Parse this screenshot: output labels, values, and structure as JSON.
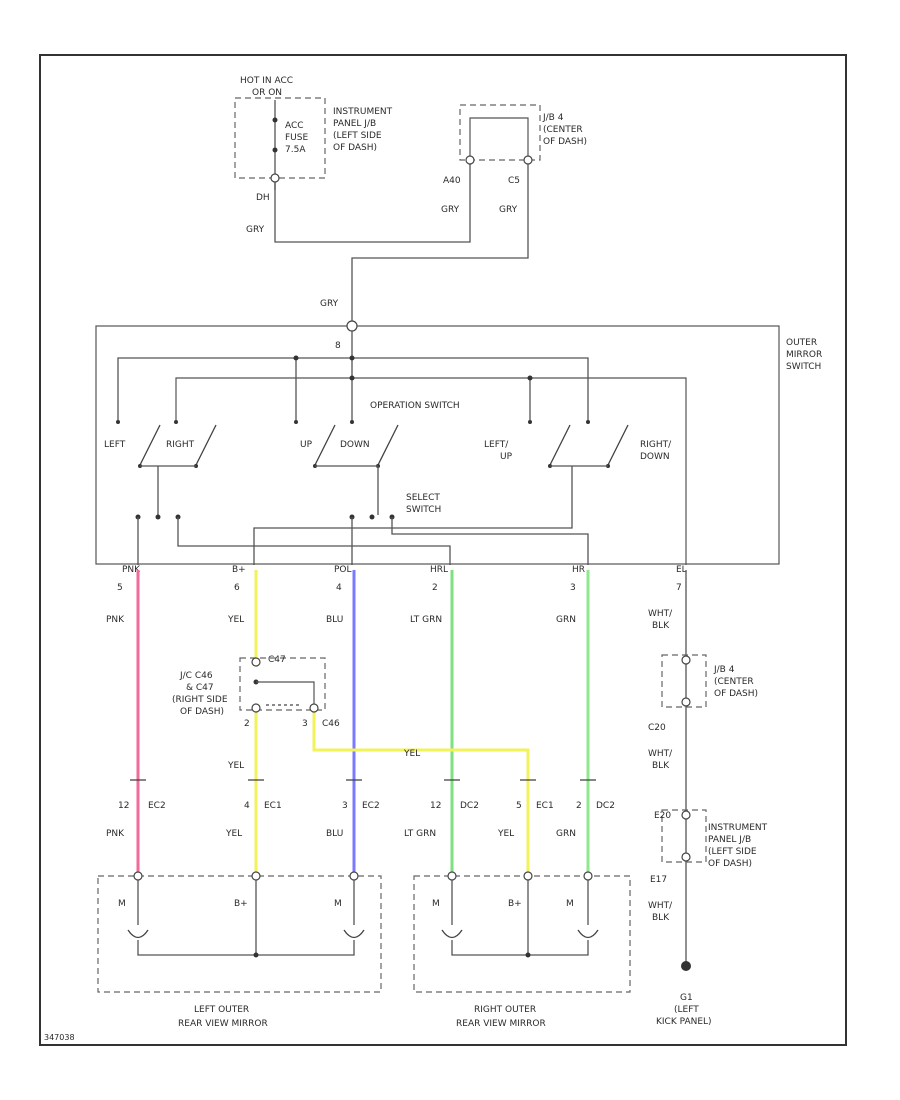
{
  "colors": {
    "pink": "#f06a9a",
    "yellow": "#f2f25a",
    "blue": "#7a7aff",
    "ltgreen": "#7ee07e",
    "green": "#8ee88e",
    "wire": "#555555"
  },
  "power": {
    "hot_line": [
      "HOT IN ACC",
      "OR ON"
    ],
    "fuse": [
      "ACC",
      "FUSE",
      "7.5A"
    ],
    "ipjb": [
      "INSTRUMENT",
      "PANEL J/B",
      "(LEFT SIDE",
      "OF DASH)"
    ],
    "pin_dh": "DH",
    "wire_dh": "GRY",
    "jb4": [
      "J/B 4",
      "(CENTER",
      "OF DASH)"
    ],
    "pin_a40": "A40",
    "pin_c5": "C5",
    "wire_a40": "GRY",
    "wire_c5": "GRY",
    "wire_trunk": "GRY"
  },
  "switch": {
    "outer_label": [
      "OUTER",
      "MIRROR",
      "SWITCH"
    ],
    "pin_b": "8",
    "operation": "OPERATION SWITCH",
    "left": "LEFT",
    "right": "RIGHT",
    "up": "UP",
    "down": "DOWN",
    "left_up": [
      "LEFT/",
      "UP"
    ],
    "right_down": [
      "RIGHT/",
      "DOWN"
    ],
    "select": [
      "SELECT",
      "SWITCH"
    ],
    "terminals": [
      "PNK",
      "B+",
      "POL",
      "HRL",
      "HR",
      "EL"
    ]
  },
  "wires": {
    "pin_nums": [
      "5",
      "6",
      "4",
      "2",
      "3",
      "7"
    ],
    "colors": [
      "PNK",
      "YEL",
      "BLU",
      "LT GRN",
      "GRN"
    ],
    "wht_blk": [
      "WHT/",
      "BLK"
    ]
  },
  "junction": {
    "label": [
      "J/C C46",
      "& C47",
      "(RIGHT SIDE",
      "OF DASH)"
    ],
    "c47": "C47",
    "c46": "C46",
    "pin2": "2",
    "pin3": "3",
    "wire_yel": "YEL",
    "cross_yel": "YEL",
    "jb4_lower": [
      "J/B 4",
      "(CENTER",
      "OF DASH)"
    ],
    "c20": "C20",
    "e20": "E20",
    "e17": "E17",
    "ipjb_lower": [
      "INSTRUMENT",
      "PANEL J/B",
      "(LEFT SIDE",
      "OF DASH)"
    ]
  },
  "mirror_conn": {
    "l1": [
      "12",
      "EC2"
    ],
    "l2": [
      "4",
      "EC1"
    ],
    "l3": [
      "3",
      "EC2"
    ],
    "r1": [
      "12",
      "DC2"
    ],
    "r2": [
      "5",
      "EC1"
    ],
    "r3": [
      "2",
      "DC2"
    ],
    "bottom_colors": [
      "PNK",
      "YEL",
      "BLU",
      "LT GRN",
      "YEL",
      "GRN"
    ]
  },
  "mirrors": {
    "motor": "M",
    "common": "B+",
    "left": [
      "LEFT OUTER",
      "REAR VIEW MIRROR"
    ],
    "right": [
      "RIGHT OUTER",
      "REAR VIEW MIRROR"
    ]
  },
  "ground": {
    "label": [
      "G1",
      "(LEFT",
      "KICK PANEL)"
    ]
  },
  "footer_id": "347038"
}
